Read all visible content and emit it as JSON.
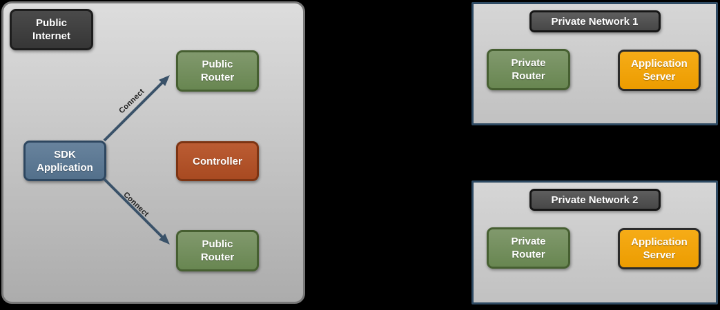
{
  "diagram": {
    "public_internet_zone": {
      "label": "Public Internet",
      "nodes": [
        {
          "id": "public-router-top",
          "label": "Public Router",
          "type": "router"
        },
        {
          "id": "sdk-application",
          "label": "SDK Application",
          "type": "sdk"
        },
        {
          "id": "controller",
          "label": "Controller",
          "type": "controller"
        },
        {
          "id": "public-router-bottom",
          "label": "Public Router",
          "type": "router"
        }
      ],
      "edges": [
        {
          "from": "sdk-application",
          "to": "public-router-top",
          "label": "Connect"
        },
        {
          "from": "sdk-application",
          "to": "public-router-bottom",
          "label": "Connect"
        }
      ]
    },
    "private_networks": [
      {
        "title": "Private Network 1",
        "nodes": [
          {
            "id": "private-router-1",
            "label": "Private Router",
            "type": "router"
          },
          {
            "id": "application-server-1",
            "label": "Application Server",
            "type": "server"
          }
        ]
      },
      {
        "title": "Private Network 2",
        "nodes": [
          {
            "id": "private-router-2",
            "label": "Private Router",
            "type": "router"
          },
          {
            "id": "application-server-2",
            "label": "Application Server",
            "type": "server"
          }
        ]
      }
    ],
    "colors": {
      "background": "#000000",
      "zone_fill": "#c5c5c5",
      "zone_border": "#787878",
      "network_border": "#2e4a63",
      "router_green": "#75925E",
      "sdk_blue": "#5E7A94",
      "controller_rust": "#B35129",
      "app_server_orange": "#F1A30C",
      "dark_label": "#3F3F3F",
      "arrow": "#3A5269"
    }
  }
}
